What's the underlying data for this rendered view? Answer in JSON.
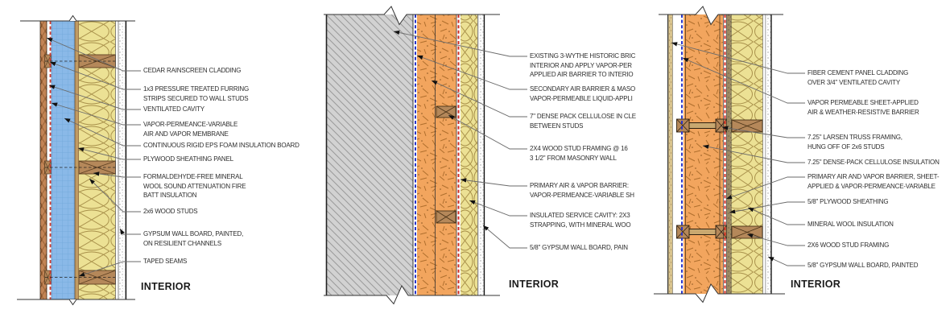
{
  "drawing": {
    "type": "architectural wall section details",
    "interior_label": "INTERIOR",
    "colors": {
      "batt_insulation_yellow": "#ece194",
      "eps_foam_blue": "#8ab9e8",
      "cellulose_orange": "#f2a55e",
      "masonry_gray": "#d2d2d2",
      "wood_brown": "#b5885a",
      "cedar_brown": "#c28455",
      "vapor_barrier_red": "#d02a20",
      "air_barrier_blue": "#2a35c8",
      "leader_gray": "#6a6a6a",
      "text_dark": "#2e2e2e"
    }
  },
  "diagrams": [
    {
      "name": "cedar-rainscreen-wall-section",
      "interior": "INTERIOR",
      "labels": [
        "CEDAR RAINSCREEN CLADDING",
        "1x3 PRESSURE TREATED FURRING\nSTRIPS SECURED TO WALL STUDS",
        "VENTILATED CAVITY",
        "VAPOR-PERMEANCE-VARIABLE\nAIR AND VAPOR MEMBRANE",
        "CONTINUOUS RIGID EPS FOAM INSULATION BOARD",
        "PLYWOOD SHEATHING PANEL",
        "FORMALDEHYDE-FREE MINERAL\nWOOL SOUND ATTENUATION FIRE\nBATT INSULATION",
        "2x6 WOOD STUDS",
        "GYPSUM WALL BOARD, PAINTED,\nON RESILIENT CHANNELS",
        "TAPED SEAMS"
      ]
    },
    {
      "name": "historic-brick-retrofit-wall-section",
      "interior": "INTERIOR",
      "labels": [
        "EXISTING 3-WYTHE HISTORIC BRIC\nINTERIOR AND APPLY VAPOR-PER\nAPPLIED AIR BARRIER TO INTERIO",
        "SECONDARY AIR BARRIER & MASO\nVAPOR-PERMEABLE LIQUID-APPLI",
        "7\" DENSE PACK CELLULOSE IN CLE\nBETWEEN STUDS",
        "2X4 WOOD STUD FRAMING @ 16\n3 1/2\" FROM MASONRY WALL",
        "PRIMARY AIR & VAPOR BARRIER:\nVAPOR-PERMEANCE-VARIABLE SH",
        "INSULATED SERVICE CAVITY: 2X3\nSTRAPPING, WITH MINERAL WOO",
        "5/8\" GYPSUM WALL BOARD, PAIN"
      ]
    },
    {
      "name": "larsen-truss-wall-section",
      "interior": "INTERIOR",
      "labels": [
        "FIBER CEMENT PANEL CLADDING\nOVER 3/4\" VENTILATED CAVITY",
        "VAPOR PERMEABLE SHEET-APPLIED\nAIR & WEATHER-RESISTIVE BARRIER",
        "7.25\" LARSEN TRUSS FRAMING,\nHUNG OFF OF 2x6 STUDS",
        "7.25\" DENSE-PACK CELLULOSE INSULATION",
        "PRIMARY AIR AND VAPOR BARRIER, SHEET-\nAPPLIED & VAPOR-PERMEANCE-VARIABLE",
        "5/8\" PLYWOOD SHEATHING",
        "MINERAL WOOL INSULATION",
        "2X6 WOOD STUD FRAMING",
        "5/8\" GYPSUM WALL BOARD, PAINTED"
      ]
    }
  ]
}
